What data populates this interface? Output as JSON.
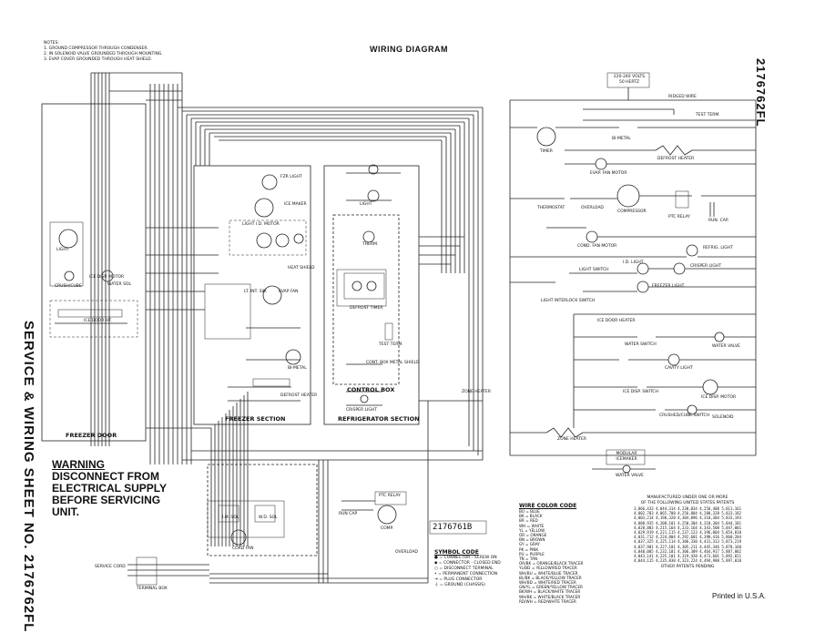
{
  "title": "WIRING DIAGRAM",
  "part_number_vertical": "2176762FL",
  "notes": {
    "header": "NOTES:",
    "items": [
      "1. GROUND COMPRESSOR THROUGH CONDENSER.",
      "2. IN SOLENOID VALVE GROUNDED THROUGH MOUNTING.",
      "3. EVAP COVER GROUNDED THROUGH HEAT SHIELD."
    ]
  },
  "side_title": "SERVICE & WIRING SHEET NO. 2176762FL",
  "warning": {
    "heading": "WARNING",
    "lines": [
      "DISCONNECT FROM",
      "ELECTRICAL SUPPLY",
      "BEFORE SERVICING",
      "UNIT."
    ]
  },
  "sections": {
    "freezer_door": "FREEZER DOOR",
    "freezer_section": "FREEZER SECTION",
    "refrigerator_section": "REFRIGERATOR SECTION",
    "control_box": "CONTROL BOX"
  },
  "diagram_number": "2176761B",
  "printed": "Printed in U.S.A.",
  "supply": {
    "line1": "220-240 VOLTS",
    "line2": "50 HERTZ"
  },
  "left_components": {
    "light": "LIGHT",
    "crush_cube": "CRUSH/CUBE",
    "ice_disp_motor": "ICE DISP. MOTOR",
    "water_sol": "WATER SOL",
    "ice_door_ht": "ICE DOOR HT.",
    "fzr_light": "FZR LIGHT",
    "ice_maker": "ICE MAKER",
    "light_id_motor": "LIGHT I.D. MOTOR",
    "heat_shield": "HEAT SHIELD",
    "lt_int_sw": "LT. INT. SW.",
    "evap_fan": "EVAP FAN",
    "bi_metal": "BI-METAL",
    "defrost_heater": "DEFROST HEATER",
    "therm": "THERM.",
    "defrost_timer": "DEFROST TIMER",
    "test_term": "TEST TERM.",
    "cont_box_metal_shield": "CONT. BOX METAL SHIELD",
    "crisper_light": "CRISPER LIGHT",
    "zone_heater": "ZONE HEATER",
    "service_cord": "SERVICE CORD",
    "terminal_box": "TERMINAL BOX",
    "cord_fan": "CORD FAN",
    "in_sol": "I.M. SOL",
    "wd_sol": "W.D. SOL",
    "ptc_relay": "PTC RELAY",
    "run_cap": "RUN CAP",
    "comp": "COMP.",
    "overload": "OVERLOAD"
  },
  "schematic": {
    "ridged_wire": "RIDGED WIRE",
    "test_term": "TEST TERM.",
    "timer": "TIMER",
    "bi_metal": "BI-METAL",
    "defrost_heater": "DEFROST HEATER",
    "evap_fan_motor": "EVAP. FAN MOTOR",
    "thermostat": "THERMOSTAT",
    "overload": "OVERLOAD",
    "compressor": "COMPRESSOR",
    "ptc_relay": "PTC RELAY",
    "run_cap": "RUN. CAP.",
    "cond_fan_motor": "COND. FAN MOTOR",
    "refrig_light": "REFRIG. LIGHT",
    "light_switch": "LIGHT SWITCH",
    "id_light": "I.D. LIGHT",
    "crisper_light": "CRISPER LIGHT",
    "freezer_light": "FREEZER LIGHT",
    "light_interlock_switch": "LIGHT INTERLOCK SWITCH",
    "ice_door_heater": "ICE DOOR HEATER",
    "water_switch": "WATER SWITCH",
    "water_valve": "WATER VALVE",
    "cavity_light": "CAVITY LIGHT",
    "ice_disp_switch": "ICE DISP. SWITCH",
    "ice_disp_motor": "ICE DISP. MOTOR",
    "crushed_cube_switch": "CRUSHED/CUBE SWITCH",
    "solenoid": "SOLENOID",
    "zone_heater": "ZONE HEATER",
    "modular_icemaker": "MODULAR ICEMAKER",
    "water_valve_bottom": "WATER VALVE"
  },
  "symbol_code": {
    "title": "SYMBOL CODE",
    "items": [
      "= CONNECTOR - SCREW ON",
      "= CONNECTOR - CLOSED END",
      "= DISCONNECT TERMINAL",
      "= PERMANENT CONNECTION",
      "= PLUG CONNECTOR",
      "= GROUND (CHASSIS)"
    ]
  },
  "wire_color_code": {
    "title": "WIRE COLOR CODE",
    "items": [
      "BU = BLUE",
      "BK = BLACK",
      "BR = RED",
      "WH = WHITE",
      "YL = YELLOW",
      "OR = ORANGE",
      "BN = BROWN",
      "GY = GRAY",
      "PK = PINK",
      "PU = PURPLE",
      "TN = TAN",
      "OR/BK = ORANGE/BLACK TRACER",
      "YL/BD = YELLOW/RED TRACER",
      "WH/BU = WHITE/BLUE TRACER",
      "BL/BK = BLACK/YELLOW TRACER",
      "WH/BD = WHITE/RED TRACER",
      "GN/YL = GREEN/YELLOW TRACER",
      "BK/WH = BLACK/WHITE TRACER",
      "WH/BK = WHITE/BLACK TRACER",
      "RD/WH = RED/WHITE TRACER"
    ]
  },
  "patents": {
    "title1": "MANUFACTURED UNDER ONE OR MORE",
    "title2": "OF THE FOLLOWING UNITED STATES PATENTS",
    "rows": [
      "3,866,433  4,044,314  4,238,034  4,256,488  5,811,161",
      "4,002,783  4,065,708  4,256,804  4,280,328  5,833,182",
      "4,003,214  4,190,320  4,304,096  4,318,304  5,833,193",
      "4,008,935  4,208,101  4,250,304  4,318,304  5,844,181",
      "4,028,883  4,215,164  4,233,164  4,343,508  5,847,001",
      "4,029,919  4,221,115  4,237,123  4,396,004  5,854,010",
      "4,031,712  4,224,804  4,292,601  4,398,416  5,860,204",
      "4,037,325  4,225,114  4,306,330  4,431,313  5,873,219",
      "4,037,901  4,227,101  4,305,211  4,445,346  5,878,160",
      "4,040,005  4,232,101  4,306,309  4,464,917  5,887,002",
      "4,043,141  4,235,101  4,319,420  4,473,601  5,892,011",
      "4,044,115  4,235,830  4,323,224  4,494,988  5,897,018"
    ],
    "footer": "OTHER PATENTS PENDING"
  }
}
